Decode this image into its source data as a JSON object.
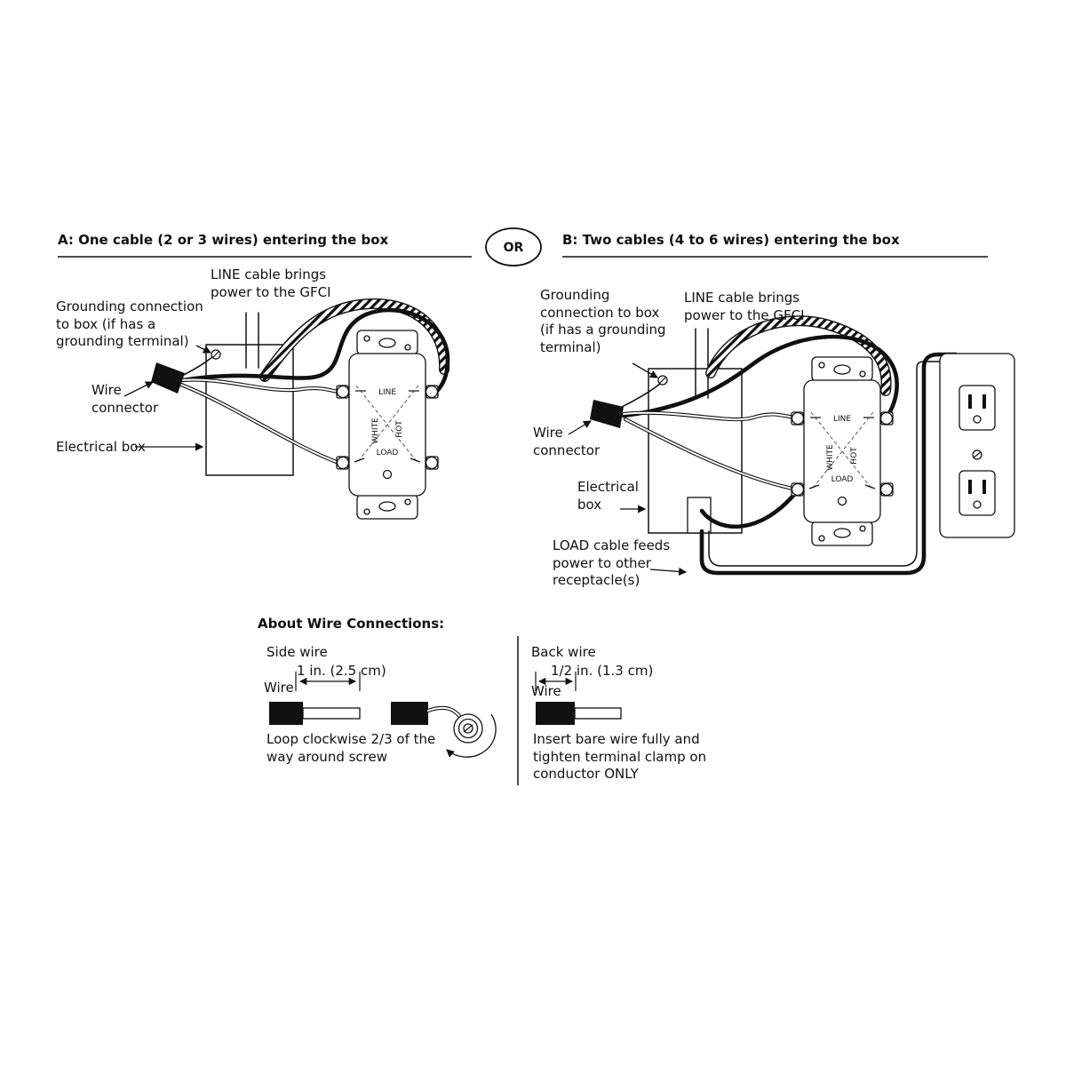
{
  "page": {
    "or_label": "OR"
  },
  "section_a": {
    "heading": "A: One cable (2 or 3 wires) entering the box",
    "labels": {
      "line_cable": "LINE cable brings power to the GFCI",
      "grounding": "Grounding connection to box (if has a grounding terminal)",
      "wire_connector": "Wire connector",
      "electrical_box": "Electrical box"
    }
  },
  "section_b": {
    "heading": "B: Two cables (4 to 6 wires) entering the box",
    "labels": {
      "grounding": "Grounding connection to box (if has a grounding terminal)",
      "line_cable": "LINE cable brings power to the GFCI",
      "wire_connector": "Wire connector",
      "electrical_box": "Electrical box",
      "load_cable": "LOAD cable feeds power to other receptacle(s)"
    }
  },
  "device": {
    "line": "LINE",
    "white": "WHITE",
    "hot": "HOT",
    "load": "LOAD"
  },
  "wire_connections": {
    "heading": "About Wire Connections:",
    "side": {
      "title": "Side wire",
      "dimension": "1 in. (2.5 cm)",
      "wire_label": "Wire",
      "instruction": "Loop clockwise 2/3 of the way around screw"
    },
    "back": {
      "title": "Back wire",
      "dimension": "1/2 in. (1.3 cm)",
      "wire_label": "Wire",
      "instruction": "Insert bare wire fully and tighten terminal clamp on conductor ONLY"
    }
  }
}
